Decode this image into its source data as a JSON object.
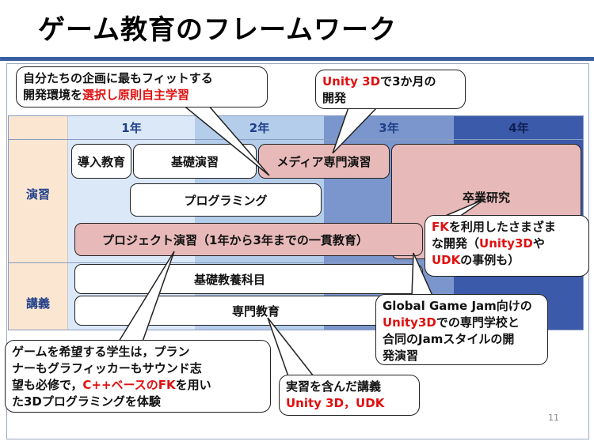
{
  "title": "ゲーム教育のフレームワーク",
  "years": [
    "1年",
    "2年",
    "3年",
    "4年"
  ],
  "rows": {
    "enshu": "演習",
    "kogi": "講義"
  },
  "bars": {
    "donyu": "導入教育",
    "kiso_enshu": "基礎演習",
    "media": "メディア専門演習",
    "programming": "プログラミング",
    "sotsugyo": "卒業研究",
    "project": "プロジェクト演習（1年から3年までの一貫教育）",
    "kiso_kyoyo": "基礎教養科目",
    "senmon": "専門教育"
  },
  "callouts": {
    "select": {
      "line1": "自分たちの企画に最もフィットする",
      "line2_pre": "開発環境を",
      "line2_red": "選択し原則自主学習"
    },
    "unity3m": {
      "red": "Unity 3D",
      "post": "で3か月の",
      "line2": "開発"
    },
    "fk": {
      "red1": "FK",
      "post1": "を利用したさまざま",
      "line2": "な開発（",
      "red2": "Unity3D",
      "post2": "や",
      "red3": "UDK",
      "post3": "の事例も）"
    },
    "ggj": {
      "line1": "Global Game Jam向けの",
      "red": "Unity3D",
      "post": "での専門学校と",
      "line3": "合同のJamスタイルの開",
      "line4": "発演習"
    },
    "students": {
      "line1": "ゲームを希望する学生は，プラン",
      "line2": "ナーもグラフィッカーもサウンド志",
      "line3_pre": "望も必修で，",
      "line3_red": "C++ベースのFK",
      "line3_post": "を用い",
      "line4": "た3Dプログラミングを体験"
    },
    "lecture": {
      "line1": "実習を含んだ講義",
      "red": "Unity 3D，UDK"
    }
  },
  "page_number": "11",
  "colors": {
    "rule": "#3a5fa0",
    "year1": "#dbe8f7",
    "year2": "#b4cdea",
    "year3": "#7b96cc",
    "year4": "#3b5aaa",
    "label_bg": "#fbe6d2",
    "pink": "#e8b9b9",
    "red": "#e01010"
  }
}
